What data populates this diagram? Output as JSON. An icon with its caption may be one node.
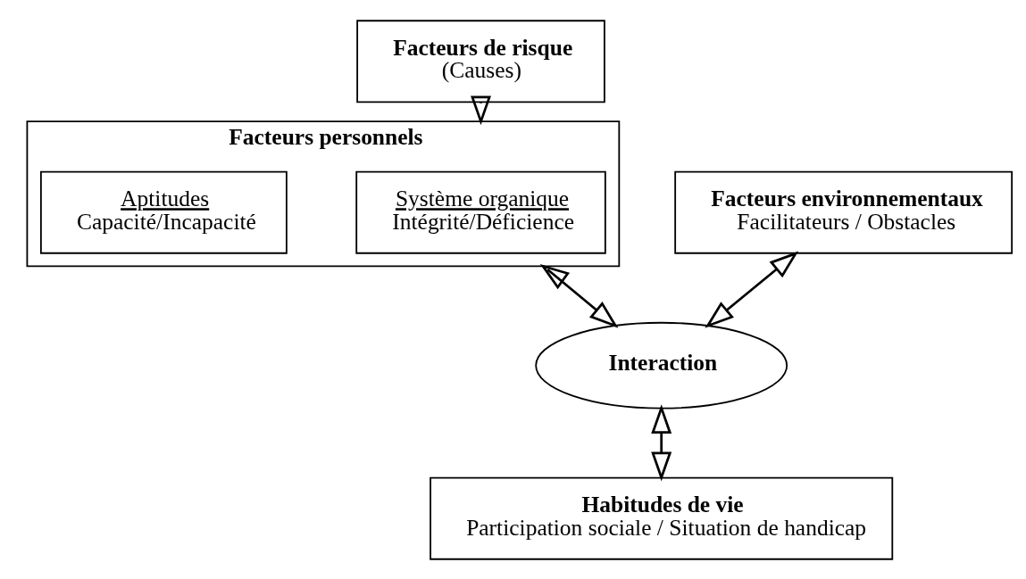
{
  "diagram": {
    "nodes": [
      {
        "text": [
          "Facteurs de risque",
          "(Causes)"
        ]
      },
      {
        "text": [
          "Facteurs personnels"
        ]
      },
      {
        "text": [
          "Système organique",
          "Intégrité/Déficience"
        ],
        "in": 1
      },
      {
        "text": [
          "Aptitudes",
          "Capacité/Incapacité"
        ],
        "in": 1
      },
      {
        "text": [
          "Facteurs environnementaux",
          "Facilitateurs / Obstacles"
        ]
      },
      {
        "text": [
          "Interaction"
        ]
      },
      {
        "text": [
          "Habitudes de vie",
          "Participation sociale / Situation de handicap"
        ]
      }
    ],
    "edges": [
      {
        "from": 0,
        "to": 1,
        "arrow": "to"
      },
      {
        "from": 1,
        "to": 5,
        "arrow": "both"
      },
      {
        "from": 4,
        "to": 5,
        "arrow": "both"
      },
      {
        "from": 5,
        "to": 6,
        "arrow": "both"
      }
    ]
  }
}
